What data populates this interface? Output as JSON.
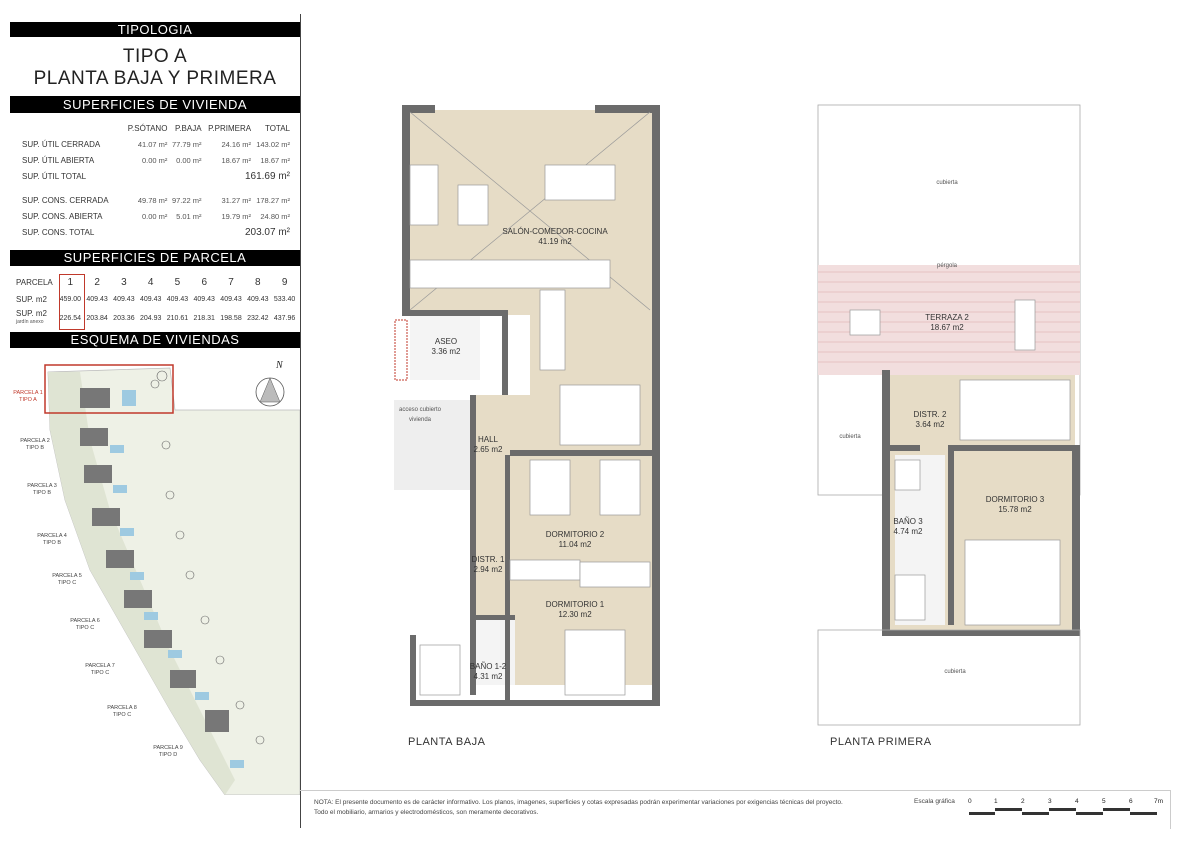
{
  "sheet": {
    "tipologia_label": "TIPOLOGIA",
    "tipo": "TIPO A",
    "plantas": "PLANTA BAJA Y PRIMERA"
  },
  "superficies_vivienda": {
    "title": "SUPERFICIES DE VIVIENDA",
    "columns": [
      "P.SÓTANO",
      "P.BAJA",
      "P.PRIMERA",
      "TOTAL"
    ],
    "rows": [
      {
        "label": "SUP. ÚTIL CERRADA",
        "values": [
          "41.07 m²",
          "77.79 m²",
          "24.16 m²",
          "143.02 m²"
        ]
      },
      {
        "label": "SUP. ÚTIL ABIERTA",
        "values": [
          "0.00 m²",
          "0.00 m²",
          "18.67 m²",
          "18.67 m²"
        ]
      },
      {
        "label": "SUP. ÚTIL TOTAL",
        "total": "161.69 m²"
      },
      {
        "label": "SUP. CONS. CERRADA",
        "values": [
          "49.78 m²",
          "97.22 m²",
          "31.27 m²",
          "178.27 m²"
        ]
      },
      {
        "label": "SUP. CONS. ABIERTA",
        "values": [
          "0.00 m²",
          "5.01 m²",
          "19.79 m²",
          "24.80 m²"
        ]
      },
      {
        "label": "SUP. CONS. TOTAL",
        "total": "203.07 m²"
      }
    ]
  },
  "superficies_parcela": {
    "title": "SUPERFICIES DE PARCELA",
    "header_label": "PARCELA",
    "parcelas": [
      "1",
      "2",
      "3",
      "4",
      "5",
      "6",
      "7",
      "8",
      "9"
    ],
    "sup_label": "SUP. m2",
    "sup": [
      "459.00",
      "409.43",
      "409.43",
      "409.43",
      "409.43",
      "409.43",
      "409.43",
      "409.43",
      "533.40"
    ],
    "jardin_label": "SUP. m2",
    "jardin_sub": "jardín anexo",
    "jardin": [
      "226.54",
      "203.84",
      "203.36",
      "204.93",
      "210.61",
      "218.31",
      "198.58",
      "232.42",
      "437.96"
    ],
    "highlighted": "1",
    "highlight_color": "#c0392b"
  },
  "esquema": {
    "title": "ESQUEMA DE VIVIENDAS",
    "north": "N",
    "parcelas": [
      {
        "name": "PARCELA 1",
        "tipo": "TIPO A",
        "highlight": true
      },
      {
        "name": "PARCELA 2",
        "tipo": "TIPO B"
      },
      {
        "name": "PARCELA 3",
        "tipo": "TIPO B"
      },
      {
        "name": "PARCELA 4",
        "tipo": "TIPO B"
      },
      {
        "name": "PARCELA 5",
        "tipo": "TIPO C"
      },
      {
        "name": "PARCELA 6",
        "tipo": "TIPO C"
      },
      {
        "name": "PARCELA 7",
        "tipo": "TIPO C"
      },
      {
        "name": "PARCELA 8",
        "tipo": "TIPO C"
      },
      {
        "name": "PARCELA 9",
        "tipo": "TIPO D"
      }
    ]
  },
  "planta_baja": {
    "title": "PLANTA BAJA",
    "rooms": [
      {
        "name": "SALÓN-COMEDOR-COCINA",
        "area": "41.19 m2"
      },
      {
        "name": "ASEO",
        "area": "3.36 m2"
      },
      {
        "name": "acceso cubierto",
        "area": "vivienda"
      },
      {
        "name": "HALL",
        "area": "2.65 m2"
      },
      {
        "name": "DORMITORIO 2",
        "area": "11.04 m2"
      },
      {
        "name": "DISTR. 1",
        "area": "2.94 m2"
      },
      {
        "name": "DORMITORIO 1",
        "area": "12.30 m2"
      },
      {
        "name": "BAÑO 1-2",
        "area": "4.31 m2"
      }
    ]
  },
  "planta_primera": {
    "title": "PLANTA PRIMERA",
    "rooms": [
      {
        "name": "cubierta"
      },
      {
        "name": "pérgola"
      },
      {
        "name": "TERRAZA 2",
        "area": "18.67 m2"
      },
      {
        "name": "cubierta"
      },
      {
        "name": "DISTR. 2",
        "area": "3.64 m2"
      },
      {
        "name": "DORMITORIO 3",
        "area": "15.78 m2"
      },
      {
        "name": "BAÑO 3",
        "area": "4.74 m2"
      },
      {
        "name": "cubierta"
      }
    ]
  },
  "footer": {
    "note_line1": "NOTA: El presente documento es de carácter informativo. Los planos, imagenes, superficies y cotas expresadas podrán experimentar variaciones por exigencias técnicas del proyecto.",
    "note_line2": "Todo el mobiliario, armarios y electrodomésticos, son meramente decorativos.",
    "scale_label": "Escala gráfica",
    "scale_ticks": [
      "0",
      "1",
      "2",
      "3",
      "4",
      "5",
      "6",
      "7m"
    ]
  },
  "colors": {
    "floor": "#e6dcc6",
    "wall": "#6b6b6b",
    "accent": "#c0392b",
    "terrace": "#f2dede"
  }
}
